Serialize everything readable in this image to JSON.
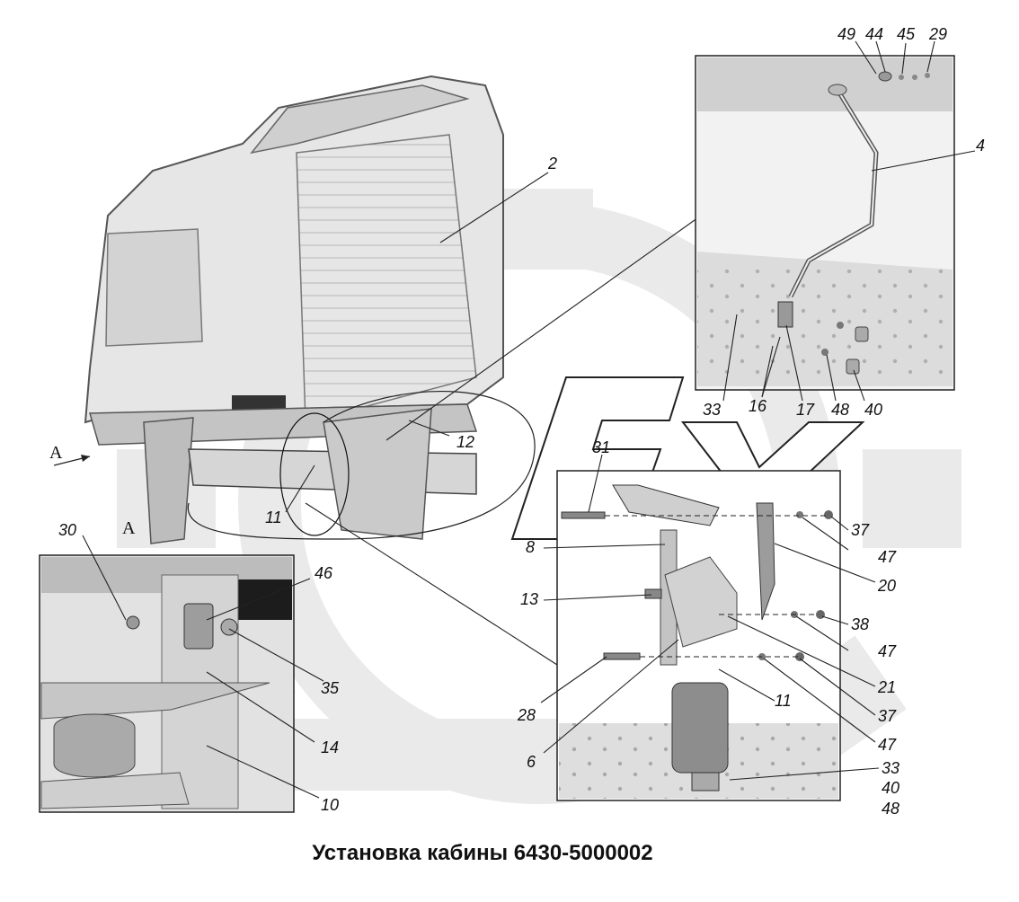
{
  "title": "Установка кабины 6430-5000002",
  "view_label": "А",
  "callouts": {
    "main": [
      "2",
      "12",
      "11"
    ],
    "detail_top": [
      "49",
      "44",
      "45",
      "29",
      "4",
      "33",
      "16",
      "17",
      "48",
      "40"
    ],
    "detail_bottom_left": [
      "30",
      "46",
      "35",
      "14",
      "10"
    ],
    "detail_bottom_right": [
      "31",
      "8",
      "13",
      "28",
      "6",
      "37",
      "47",
      "20",
      "38",
      "47",
      "21",
      "11",
      "37",
      "47",
      "33",
      "40",
      "48"
    ]
  },
  "watermark_text": "БК"
}
